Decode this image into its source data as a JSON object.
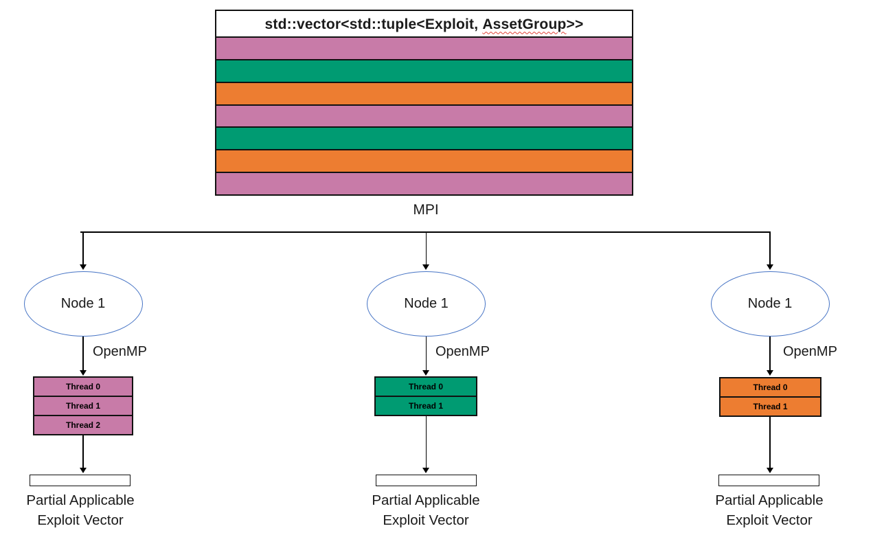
{
  "vector_box": {
    "title_prefix": "std::vector<std::tuple<Exploit, ",
    "title_misspelled": "AssetGroup",
    "title_suffix": ">>",
    "stripe_colors": [
      "#C87BA8",
      "#009B72",
      "#ED7D31",
      "#C87BA8",
      "#009B72",
      "#ED7D31",
      "#C87BA8"
    ]
  },
  "mpi_label": "MPI",
  "columns": [
    {
      "node_label": "Node 1",
      "openmp_label": "OpenMP",
      "color": "#C87BA8",
      "threads": [
        "Thread 0",
        "Thread 1",
        "Thread 2"
      ],
      "output_line1": "Partial Applicable",
      "output_line2": "Exploit Vector"
    },
    {
      "node_label": "Node 1",
      "openmp_label": "OpenMP",
      "color": "#009B72",
      "threads": [
        "Thread 0",
        "Thread 1"
      ],
      "output_line1": "Partial Applicable",
      "output_line2": "Exploit Vector"
    },
    {
      "node_label": "Node 1",
      "openmp_label": "OpenMP",
      "color": "#ED7D31",
      "threads": [
        "Thread 0",
        "Thread 1"
      ],
      "output_line1": "Partial Applicable",
      "output_line2": "Exploit Vector"
    }
  ],
  "colors": {
    "ellipse_border": "#4472C4",
    "squiggle": "#E03C31",
    "line": "#000000"
  }
}
